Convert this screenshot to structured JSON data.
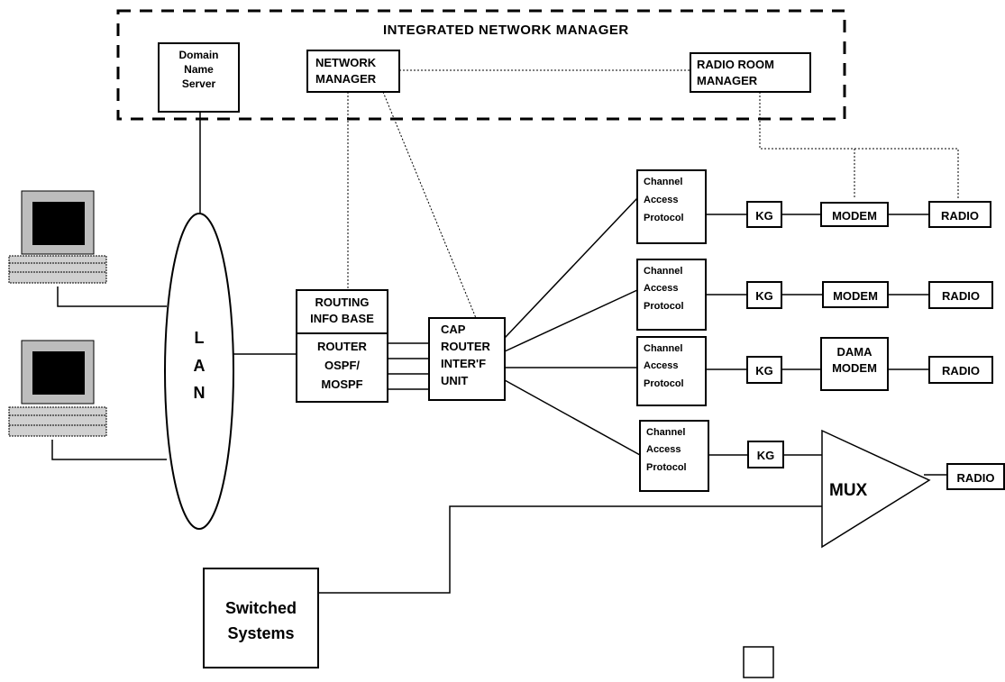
{
  "title": "INTEGRATED NETWORK MANAGER",
  "nodes": {
    "dns": "Domain\nName\nServer",
    "network_manager": "NETWORK\nMANAGER",
    "radio_room_manager": "RADIO ROOM\nMANAGER",
    "lan": "L\nA\nN",
    "routing_info_base": "ROUTING\nINFO BASE",
    "router": "ROUTER\nOSPF/\nMOSPF",
    "cap_router": "CAP\nROUTER\nINTER'F\nUNIT",
    "cap": "Channel\nAccess\nProtocol",
    "kg": "KG",
    "modem": "MODEM",
    "dama_modem": "DAMA\nMODEM",
    "radio": "RADIO",
    "mux": "MUX",
    "switched_systems": "Switched\nSystems"
  }
}
